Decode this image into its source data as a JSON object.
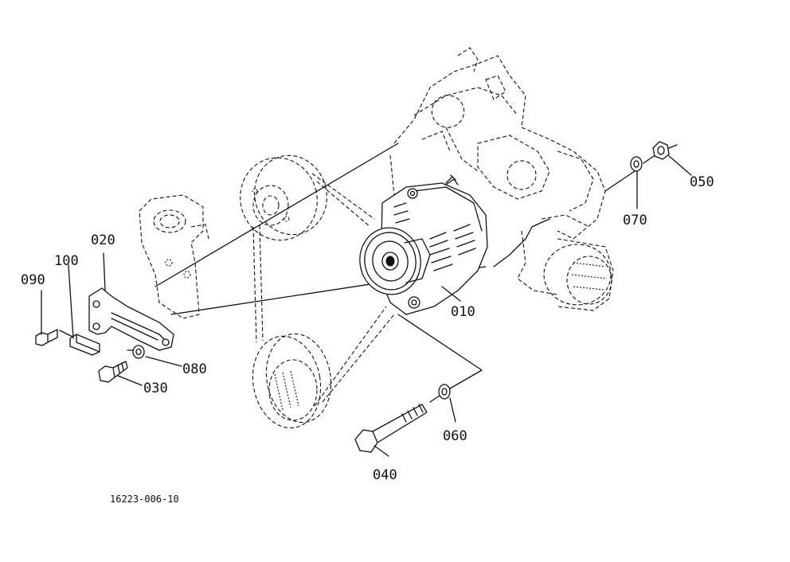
{
  "labels": {
    "p010": "010",
    "p020": "020",
    "p030": "030",
    "p040": "040",
    "p050": "050",
    "p060": "060",
    "p070": "070",
    "p080": "080",
    "p090": "090",
    "p100": "100"
  },
  "drawing_code": "16223-006-10"
}
